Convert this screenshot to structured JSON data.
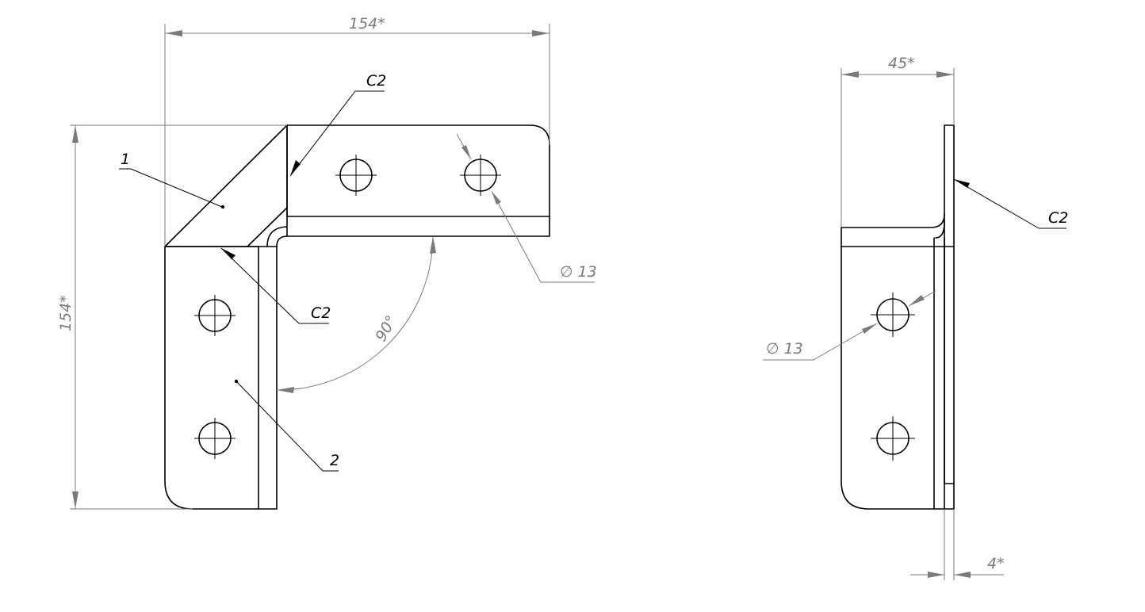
{
  "front_view": {
    "dim_width": "154*",
    "dim_height": "154*",
    "angle": "90°",
    "hole_diameter": "∅ 13",
    "chamfer_top": "C2",
    "chamfer_bottom": "C2",
    "part_1": "1",
    "part_2": "2"
  },
  "side_view": {
    "dim_width": "45*",
    "dim_thickness": "4*",
    "hole_diameter": "∅ 13",
    "chamfer": "C2"
  }
}
